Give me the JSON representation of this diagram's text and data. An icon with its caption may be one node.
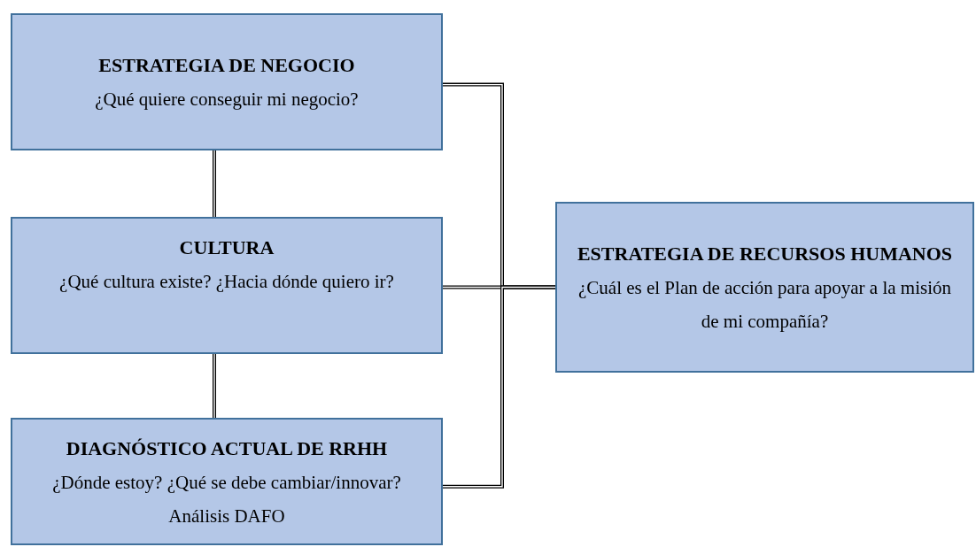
{
  "diagram": {
    "nodes": [
      {
        "text": [
          "ESTRATEGIA DE NEGOCIO",
          "¿Qué quiere conseguir mi negocio?"
        ]
      },
      {
        "text": [
          "CULTURA",
          "¿Qué cultura existe? ¿Hacia dónde quiero ir?"
        ]
      },
      {
        "text": [
          "DIAGNÓSTICO ACTUAL DE RRHH",
          "¿Dónde estoy? ¿Qué se debe cambiar/innovar? Análisis DAFO"
        ]
      },
      {
        "text": [
          "ESTRATEGIA DE RECURSOS HUMANOS",
          "¿Cuál es el Plan de acción para apoyar a la misión de mi compañía?"
        ]
      }
    ],
    "edges": [
      {
        "from": 0,
        "to": 1,
        "arrow": "none"
      },
      {
        "from": 1,
        "to": 2,
        "arrow": "none"
      },
      {
        "from": 0,
        "to": 3,
        "arrow": "none"
      },
      {
        "from": 1,
        "to": 3,
        "arrow": "none"
      },
      {
        "from": 2,
        "to": 3,
        "arrow": "none"
      }
    ]
  }
}
